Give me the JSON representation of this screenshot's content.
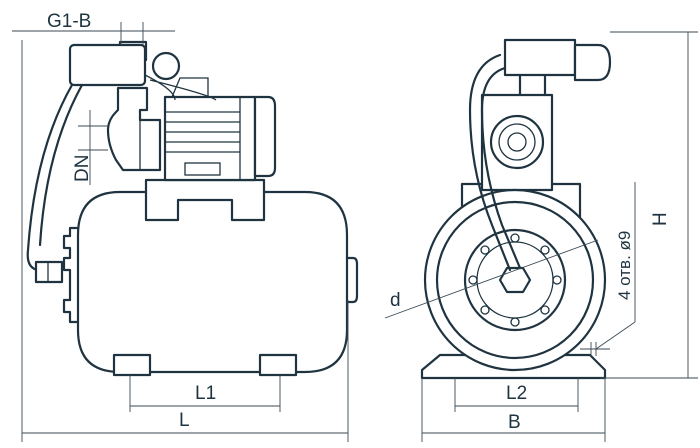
{
  "labels": {
    "g1b": "G1-B",
    "dn": "DN",
    "l1": "L1",
    "l": "L",
    "l2": "L2",
    "b": "B",
    "h": "H",
    "d": "d",
    "holes": "4 отв. ø9"
  },
  "colors": {
    "line": "#1f3440"
  }
}
